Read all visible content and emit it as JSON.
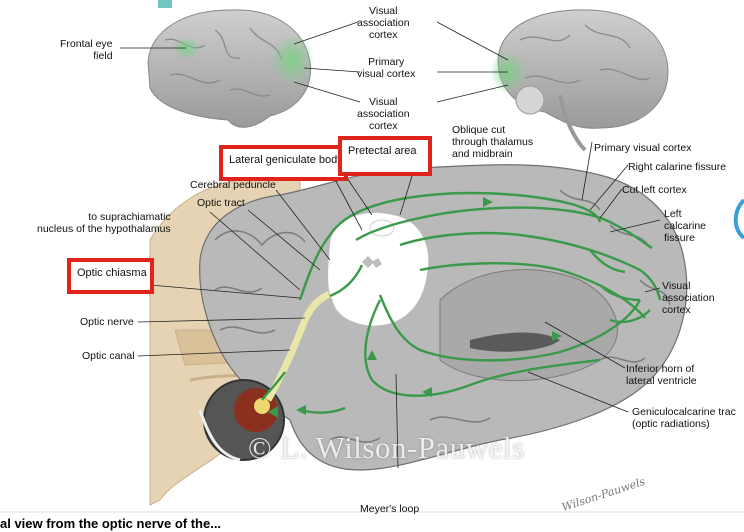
{
  "labels": {
    "frontal_eye_field": "Frontal eye\nfield",
    "visual_assoc_top": "Visual\nassociation\ncortex",
    "primary_visual_mid": "Primary\nvisual cortex",
    "visual_assoc_bottom": "Visual\nassociation\ncortex",
    "oblique_cut": "Oblique cut\nthrough thalamus\nand midbrain",
    "primary_visual_right": "Primary visual cortex",
    "right_calcarine": "Right calarine fissure",
    "cut_left_cortex": "Cut left cortex",
    "left_calcarine": "Left\ncalcarine\nfissure",
    "cerebral_peduncle": "Cerebral peduncle",
    "optic_tract": "Optic tract",
    "suprachiasmatic": "to suprachiamatic\nnucleus of the hypothalamus",
    "visual_assoc_right": "Visual\nassociation\ncortex",
    "optic_nerve": "Optic nerve",
    "optic_canal": "Optic canal",
    "inferior_horn": "Inferior horn of\nlateral ventricle",
    "geniculocalcarine": "Geniculocalcarine trac\n(optic radiations)",
    "meyers_loop": "Meyer's loop"
  },
  "highlighted": {
    "lateral_geniculate": "Lateral geniculate body",
    "pretectal_area": "Pretectal area",
    "optic_chiasma": "Optic chiasma"
  },
  "watermark": "© L. Wilson-Pauwels",
  "signature": "Wilson-Pauwels",
  "caption": "al view from the optic nerve of the...",
  "colors": {
    "highlight_box": "#e0241b",
    "pathway_green": "#3a9a4a",
    "brain_gray": "#b9b9b9",
    "skull_tan": "#e6d3b4",
    "lgn_white": "#ffffff"
  }
}
